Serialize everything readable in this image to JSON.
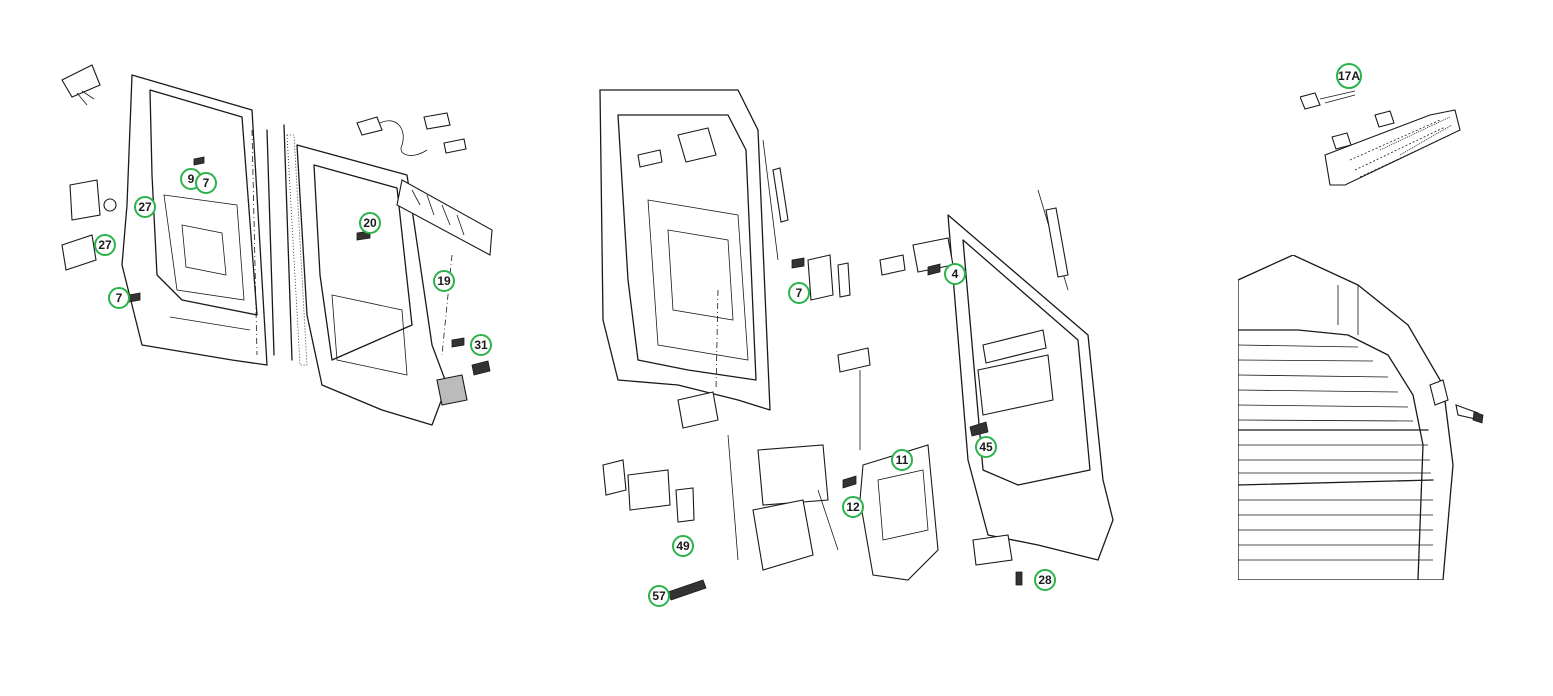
{
  "colors": {
    "callout_ring": "#2bb24a",
    "line": "#1a1a1a",
    "background": "#ffffff"
  },
  "callouts": {
    "left": {
      "c9": "9",
      "c7a": "7",
      "c27a": "27",
      "c27b": "27",
      "c7b": "7",
      "c20": "20",
      "c19": "19",
      "c31": "31"
    },
    "middle": {
      "c7": "7",
      "c4": "4",
      "c11": "11",
      "c45": "45",
      "c12": "12",
      "c49": "49",
      "c57": "57",
      "c28": "28"
    },
    "right": {
      "c17a": "17A"
    }
  }
}
